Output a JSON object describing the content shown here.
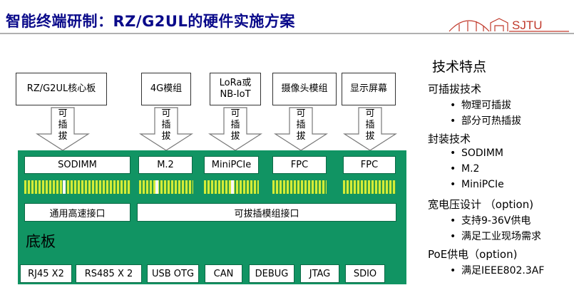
{
  "page": {
    "title": "智能终端研制：RZ/G2UL的硬件实施方案"
  },
  "logo": {
    "text": "SJTU"
  },
  "modules": [
    {
      "label": "RZ/G2UL核心板"
    },
    {
      "label": "4G模组"
    },
    {
      "label": "LoRa或\nNB-IoT"
    },
    {
      "label": "摄像头模组"
    },
    {
      "label": "显示屏幕"
    }
  ],
  "arrow_label": "可\n插\n拔",
  "slots": [
    "SODIMM",
    "M.2",
    "MiniPCIe",
    "FPC",
    "FPC"
  ],
  "interfaces": {
    "high_speed": "通用高速接口",
    "pluggable": "可拔插模组接口"
  },
  "board": {
    "label": "底板"
  },
  "ports": [
    "RJ45 X2",
    "RS485 X 2",
    "USB OTG",
    "CAN",
    "DEBUG",
    "JTAG",
    "SDIO"
  ],
  "features": {
    "title": "技术特点",
    "sections": [
      {
        "name": "可插拔技术",
        "items": [
          "物理可插拔",
          "部分可热插拔"
        ]
      },
      {
        "name": "封装技术",
        "items": [
          "SODIMM",
          "M.2",
          "MiniPCIe"
        ]
      },
      {
        "name": "宽电压设计 （option)",
        "items": [
          "支持9-36V供电",
          "满足工业现场需求"
        ]
      },
      {
        "name": "PoE供电（option)",
        "items": [
          "满足IEEE802.3AF"
        ]
      }
    ]
  },
  "colors": {
    "title": "#0a0a8a",
    "board": "#119463",
    "pins_light": "#d4ec38",
    "pins_dark": "#2f9a46",
    "logo": "#c0392b"
  }
}
